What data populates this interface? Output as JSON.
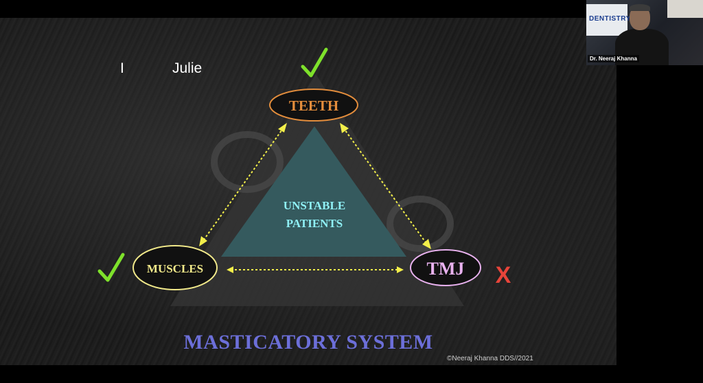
{
  "slide": {
    "annotation_left": "I",
    "annotation_name": "Julie",
    "nodes": {
      "top": "TEETH",
      "left": "MUSCLES",
      "right": "TMJ",
      "center_line1": "UNSTABLE",
      "center_line2": "PATIENTS"
    },
    "marks": {
      "teeth": "check-icon",
      "muscles": "check-icon",
      "tmj": "X"
    },
    "title": "MASTICATORY SYSTEM",
    "copyright": "©Neeraj Khanna DDS//2021",
    "colors": {
      "teeth": "#e38d3c",
      "muscles": "#f1e98a",
      "tmj": "#e9b2ef",
      "center": "#8ff0f5",
      "arrows": "#f3ef4a",
      "check": "#7ee12b",
      "x": "#e8443a",
      "title": "#6c6fd9"
    }
  },
  "speaker_video": {
    "name_label": "Dr. Neeraj Khanna",
    "sign_text": "DENTISTRY"
  }
}
